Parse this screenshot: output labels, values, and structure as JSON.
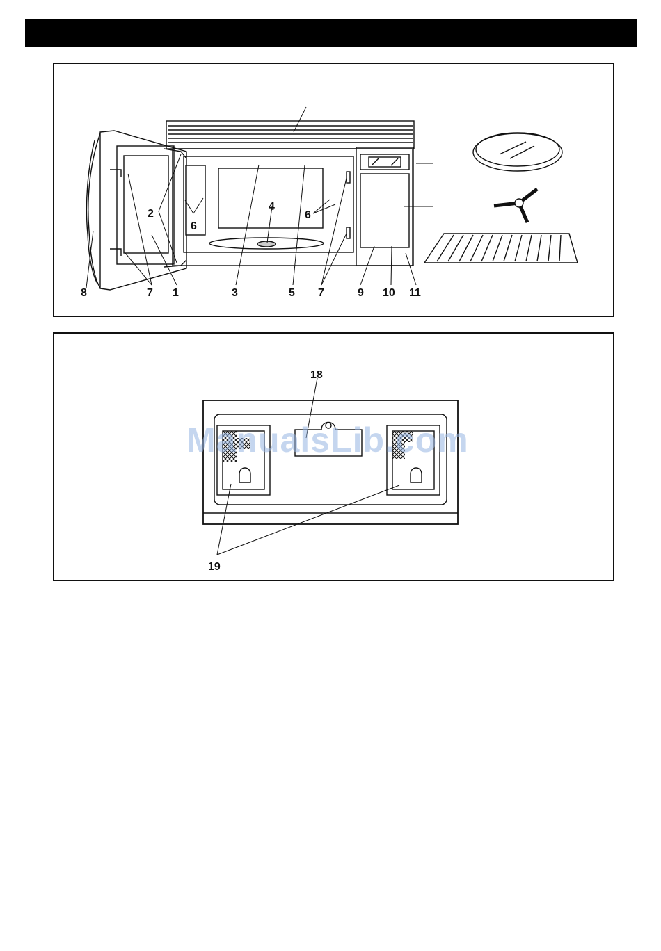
{
  "header_bar": {
    "color": "#000000"
  },
  "figure1": {
    "callouts": [
      "2",
      "4",
      "6",
      "6",
      "8",
      "7",
      "1",
      "3",
      "5",
      "7",
      "9",
      "10",
      "11"
    ]
  },
  "figure2": {
    "callouts": [
      "18",
      "19"
    ]
  },
  "watermark": {
    "text": "ManualsLib.com",
    "color": "#9ab6e0"
  }
}
